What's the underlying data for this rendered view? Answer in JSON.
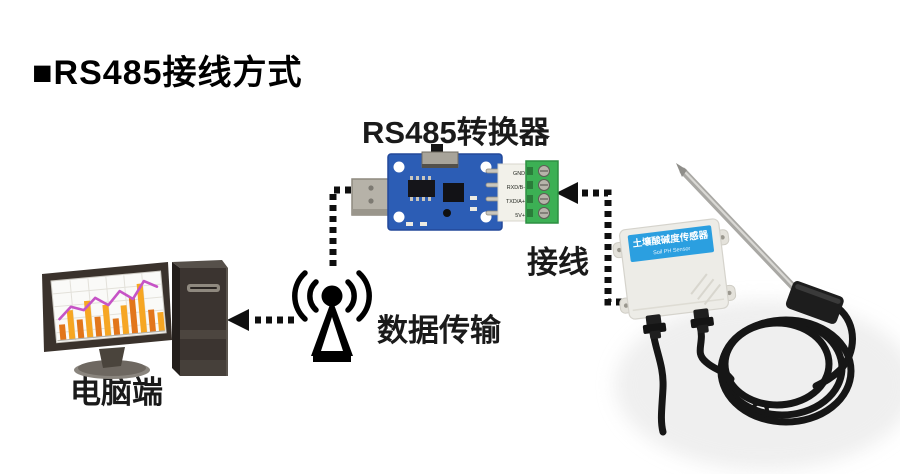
{
  "page": {
    "title_bullet": "■",
    "title": "RS485接线方式",
    "background": "#ffffff"
  },
  "labels": {
    "converter": "RS485转换器",
    "wiring": "接线",
    "data_transfer": "数据传输",
    "computer": "电脑端"
  },
  "converter": {
    "pins": [
      "GND",
      "RXD/B-",
      "TXD/A+",
      "5V+"
    ],
    "colors": {
      "pcb": "#2c5db5",
      "terminal_block": "#3cb054",
      "usb_plug": "#b6b2a8",
      "label_strip": "#f2f1ea"
    }
  },
  "sensor": {
    "label_cn": "土壤酸碱度传感器",
    "label_en": "Soil PH Sensor",
    "colors": {
      "label": "#2b9fe0",
      "box": "#edece7",
      "cable": "#161616"
    }
  },
  "computer": {
    "chart": {
      "type": "bar+line",
      "bars": [
        0.28,
        0.52,
        0.34,
        0.66,
        0.36,
        0.56,
        0.3,
        0.52,
        0.64,
        0.88,
        0.4,
        0.34
      ],
      "bar_colors": [
        "#e2761b",
        "#f6a623"
      ],
      "line": [
        0.38,
        0.58,
        0.5,
        0.7,
        0.55,
        0.78,
        0.62,
        0.92,
        0.8
      ],
      "line_color": "#c653c6"
    }
  },
  "arrows": {
    "color": "#0f0f0f",
    "style": "dashed"
  }
}
